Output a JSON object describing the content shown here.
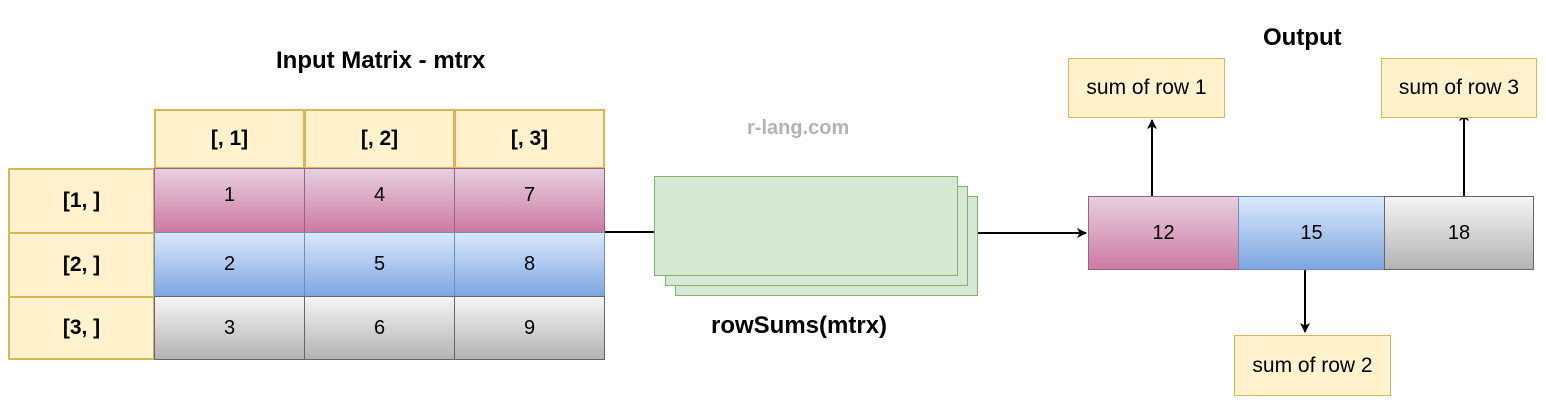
{
  "input_title": "Input Matrix - mtrx",
  "col_headers": [
    "[, 1]",
    "[, 2]",
    "[, 3]"
  ],
  "row_headers": [
    "[1, ]",
    "[2, ]",
    "[3, ]"
  ],
  "matrix": [
    [
      "1",
      "4",
      "7"
    ],
    [
      "2",
      "5",
      "8"
    ],
    [
      "3",
      "6",
      "9"
    ]
  ],
  "watermark": "r-lang.com",
  "function_label": "rowSums(mtrx)",
  "output_title": "Output",
  "output_values": [
    "12",
    "15",
    "18"
  ],
  "output_labels": [
    "sum of row 1",
    "sum of row 2",
    "sum of row 3"
  ],
  "colors": {
    "header_fill": "#fff2cc",
    "header_border": "#d6b656",
    "row1": "#cd7aa3",
    "row2": "#7ea6e0",
    "row3": "#b3b3b3",
    "function_fill": "#d5e8d4",
    "function_border": "#82b366"
  }
}
